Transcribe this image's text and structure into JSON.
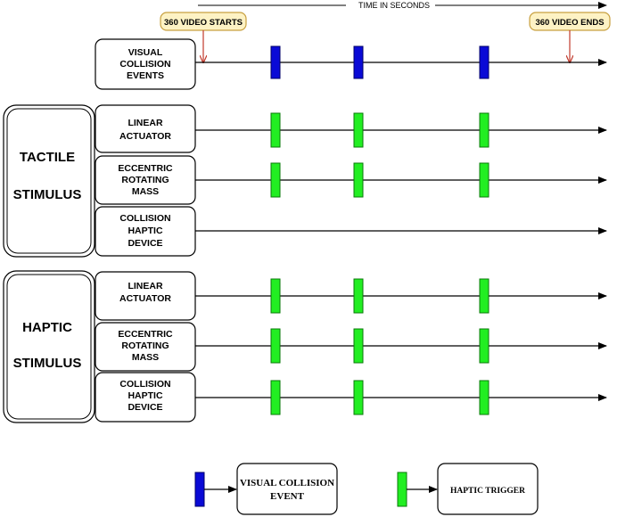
{
  "axis": {
    "label": "TIME IN SECONDS"
  },
  "markers": {
    "start_label": "360 VIDEO STARTS",
    "end_label": "360 VIDEO ENDS"
  },
  "groups": {
    "tactile": {
      "line1": "TACTILE",
      "line2": "STIMULUS"
    },
    "haptic": {
      "line1": "HAPTIC",
      "line2": "STIMULUS"
    }
  },
  "rows": {
    "visual": [
      "VISUAL",
      "COLLISION",
      "EVENTS"
    ],
    "tactile_linear": [
      "LINEAR",
      "ACTUATOR"
    ],
    "tactile_erm": [
      "ECCENTRIC",
      "ROTATING",
      "MASS"
    ],
    "tactile_chd": [
      "COLLISION",
      "HAPTIC",
      "DEVICE"
    ],
    "haptic_linear": [
      "LINEAR",
      "ACTUATOR"
    ],
    "haptic_erm": [
      "ECCENTRIC",
      "ROTATING",
      "MASS"
    ],
    "haptic_chd": [
      "COLLISION",
      "HAPTIC",
      "DEVICE"
    ]
  },
  "legend": {
    "visual_line1": "VISUAL COLLISION",
    "visual_line2": "EVENT",
    "haptic": "HAPTIC TRIGGER"
  },
  "colors": {
    "visual_event": "#0a0ad6",
    "haptic_trigger": "#22ee22",
    "marker_fill": "#fdf2c4",
    "marker_border": "#c8a040",
    "marker_arrow": "#c0392b"
  }
}
